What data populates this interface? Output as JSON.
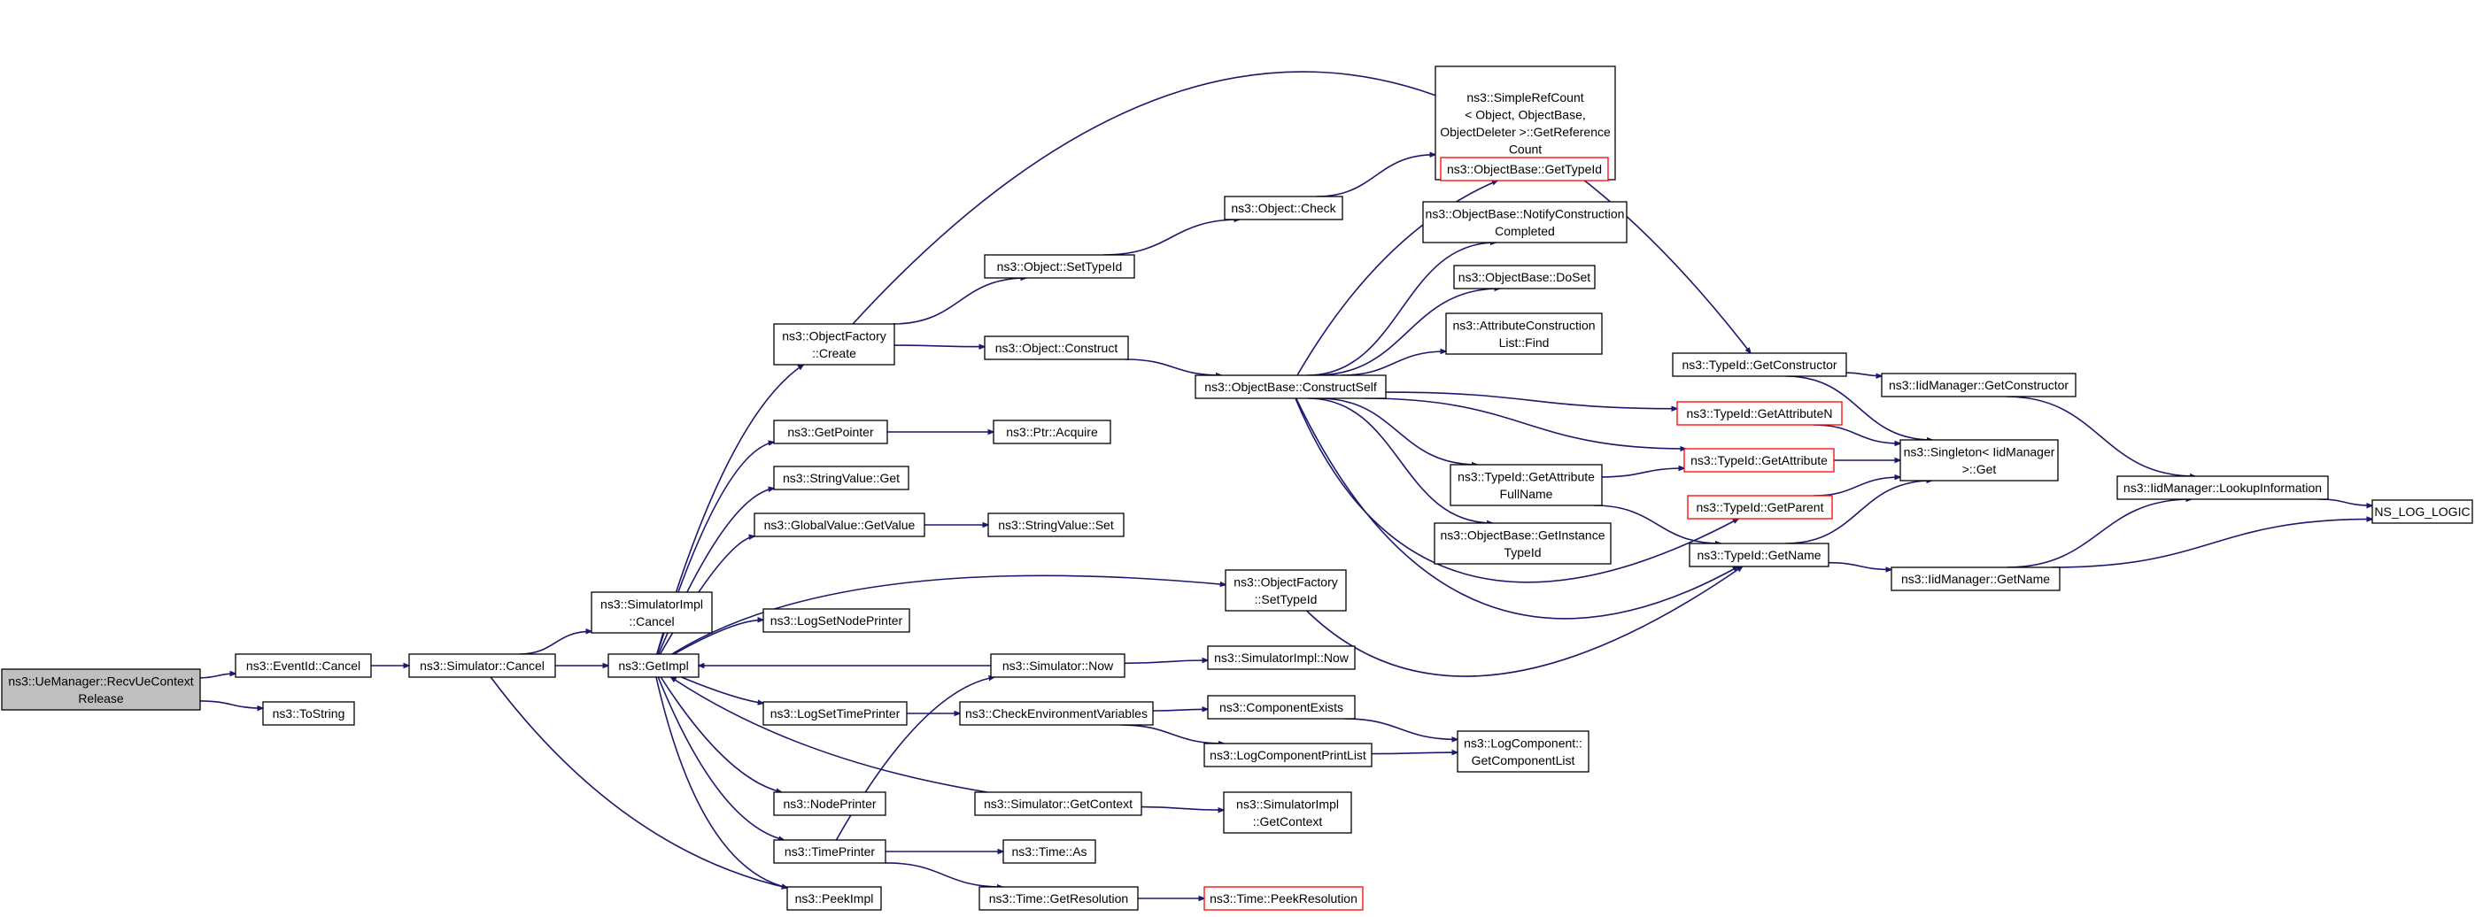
{
  "colors": {
    "edge": "#191970",
    "border": "#000000",
    "truncated_border": "#ff0000",
    "root_fill": "#bfbfbf",
    "fill": "#ffffff"
  },
  "nodes": [
    {
      "id": "root",
      "lines": [
        "ns3::UeManager::RecvUeContext",
        "Release"
      ],
      "kind": "root"
    },
    {
      "id": "eventid_cancel",
      "lines": [
        "ns3::EventId::Cancel"
      ]
    },
    {
      "id": "tostring",
      "lines": [
        "ns3::ToString"
      ]
    },
    {
      "id": "sim_cancel",
      "lines": [
        "ns3::Simulator::Cancel"
      ]
    },
    {
      "id": "simimpl_cancel",
      "lines": [
        "ns3::SimulatorImpl",
        "::Cancel"
      ]
    },
    {
      "id": "getimpl",
      "lines": [
        "ns3::GetImpl"
      ]
    },
    {
      "id": "objfactory_create",
      "lines": [
        "ns3::ObjectFactory",
        "::Create"
      ]
    },
    {
      "id": "getpointer",
      "lines": [
        "ns3::GetPointer"
      ]
    },
    {
      "id": "stringvalue_get",
      "lines": [
        "ns3::StringValue::Get"
      ]
    },
    {
      "id": "globalvalue_getvalue",
      "lines": [
        "ns3::GlobalValue::GetValue"
      ]
    },
    {
      "id": "logsetnodeprinter",
      "lines": [
        "ns3::LogSetNodePrinter"
      ]
    },
    {
      "id": "logsettimeprinter",
      "lines": [
        "ns3::LogSetTimePrinter"
      ]
    },
    {
      "id": "nodeprinter",
      "lines": [
        "ns3::NodePrinter"
      ]
    },
    {
      "id": "timeprinter",
      "lines": [
        "ns3::TimePrinter"
      ]
    },
    {
      "id": "peekimpl",
      "lines": [
        "ns3::PeekImpl"
      ]
    },
    {
      "id": "object_settypeid",
      "lines": [
        "ns3::Object::SetTypeId"
      ]
    },
    {
      "id": "object_construct",
      "lines": [
        "ns3::Object::Construct"
      ]
    },
    {
      "id": "object_check",
      "lines": [
        "ns3::Object::Check"
      ]
    },
    {
      "id": "ptr_acquire",
      "lines": [
        "ns3::Ptr::Acquire"
      ]
    },
    {
      "id": "stringvalue_set",
      "lines": [
        "ns3::StringValue::Set"
      ]
    },
    {
      "id": "objfactory_settypeid",
      "lines": [
        "ns3::ObjectFactory",
        "::SetTypeId"
      ]
    },
    {
      "id": "sim_now",
      "lines": [
        "ns3::Simulator::Now"
      ]
    },
    {
      "id": "checkenv",
      "lines": [
        "ns3::CheckEnvironmentVariables"
      ]
    },
    {
      "id": "sim_getcontext",
      "lines": [
        "ns3::Simulator::GetContext"
      ]
    },
    {
      "id": "time_as",
      "lines": [
        "ns3::Time::As"
      ]
    },
    {
      "id": "time_getresolution",
      "lines": [
        "ns3::Time::GetResolution"
      ]
    },
    {
      "id": "objbase_constructself",
      "lines": [
        "ns3::ObjectBase::ConstructSelf"
      ]
    },
    {
      "id": "simplerefcount",
      "lines": [
        "ns3::SimpleRefCount",
        "< Object, ObjectBase,",
        "ObjectDeleter >::GetReference",
        "Count"
      ]
    },
    {
      "id": "objbase_gettypeid",
      "lines": [
        "ns3::ObjectBase::GetTypeId"
      ],
      "kind": "trunc"
    },
    {
      "id": "objbase_notify",
      "lines": [
        "ns3::ObjectBase::NotifyConstruction",
        "Completed"
      ]
    },
    {
      "id": "objbase_doset",
      "lines": [
        "ns3::ObjectBase::DoSet"
      ]
    },
    {
      "id": "attrconstr_find",
      "lines": [
        "ns3::AttributeConstruction",
        "List::Find"
      ]
    },
    {
      "id": "typeid_getattrfullname",
      "lines": [
        "ns3::TypeId::GetAttribute",
        "FullName"
      ]
    },
    {
      "id": "objbase_getinstancetypeid",
      "lines": [
        "ns3::ObjectBase::GetInstance",
        "TypeId"
      ]
    },
    {
      "id": "simimpl_now",
      "lines": [
        "ns3::SimulatorImpl::Now"
      ]
    },
    {
      "id": "componentexists",
      "lines": [
        "ns3::ComponentExists"
      ]
    },
    {
      "id": "logcomponentprintlist",
      "lines": [
        "ns3::LogComponentPrintList"
      ]
    },
    {
      "id": "logcomponent_getlist",
      "lines": [
        "ns3::LogComponent::",
        "GetComponentList"
      ]
    },
    {
      "id": "simimpl_getcontext",
      "lines": [
        "ns3::SimulatorImpl",
        "::GetContext"
      ]
    },
    {
      "id": "time_peekresolution",
      "lines": [
        "ns3::Time::PeekResolution"
      ],
      "kind": "trunc"
    },
    {
      "id": "typeid_getconstructor",
      "lines": [
        "ns3::TypeId::GetConstructor"
      ]
    },
    {
      "id": "typeid_getattributen",
      "lines": [
        "ns3::TypeId::GetAttributeN"
      ],
      "kind": "trunc"
    },
    {
      "id": "typeid_getattribute",
      "lines": [
        "ns3::TypeId::GetAttribute"
      ],
      "kind": "trunc"
    },
    {
      "id": "typeid_getparent",
      "lines": [
        "ns3::TypeId::GetParent"
      ],
      "kind": "trunc"
    },
    {
      "id": "typeid_getname",
      "lines": [
        "ns3::TypeId::GetName"
      ]
    },
    {
      "id": "iidmgr_getconstructor",
      "lines": [
        "ns3::IidManager::GetConstructor"
      ]
    },
    {
      "id": "singleton_get",
      "lines": [
        "ns3::Singleton< IidManager",
        ">::Get"
      ]
    },
    {
      "id": "iidmgr_getname",
      "lines": [
        "ns3::IidManager::GetName"
      ]
    },
    {
      "id": "iidmgr_lookup",
      "lines": [
        "ns3::IidManager::LookupInformation"
      ]
    },
    {
      "id": "ns_log_logic",
      "lines": [
        "NS_LOG_LOGIC"
      ]
    }
  ]
}
